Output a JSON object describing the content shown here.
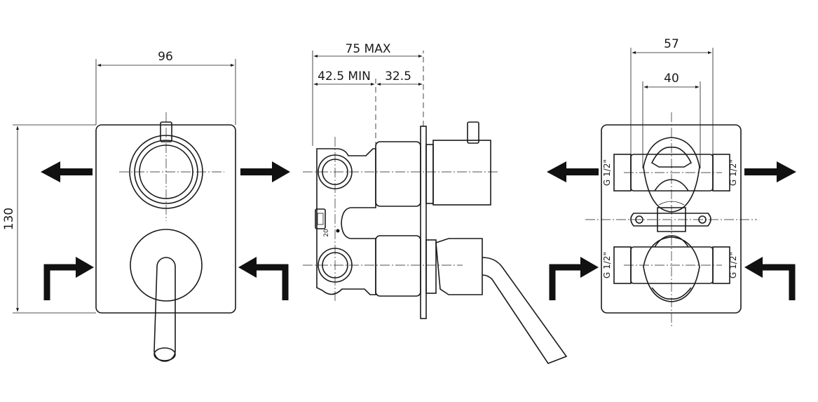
{
  "dimensions": {
    "front_width": "96",
    "front_height": "130",
    "side_total": "75 MAX",
    "side_min": "42.5 MIN",
    "side_part": "32.5",
    "rear_outer": "57",
    "rear_inner": "40"
  },
  "thread_labels": {
    "top_left": "G 1/2\"",
    "top_right": "G 1/2\"",
    "bottom_left": "G 1/2\"",
    "bottom_right": "G 1/2\""
  },
  "fitting_label": "20"
}
